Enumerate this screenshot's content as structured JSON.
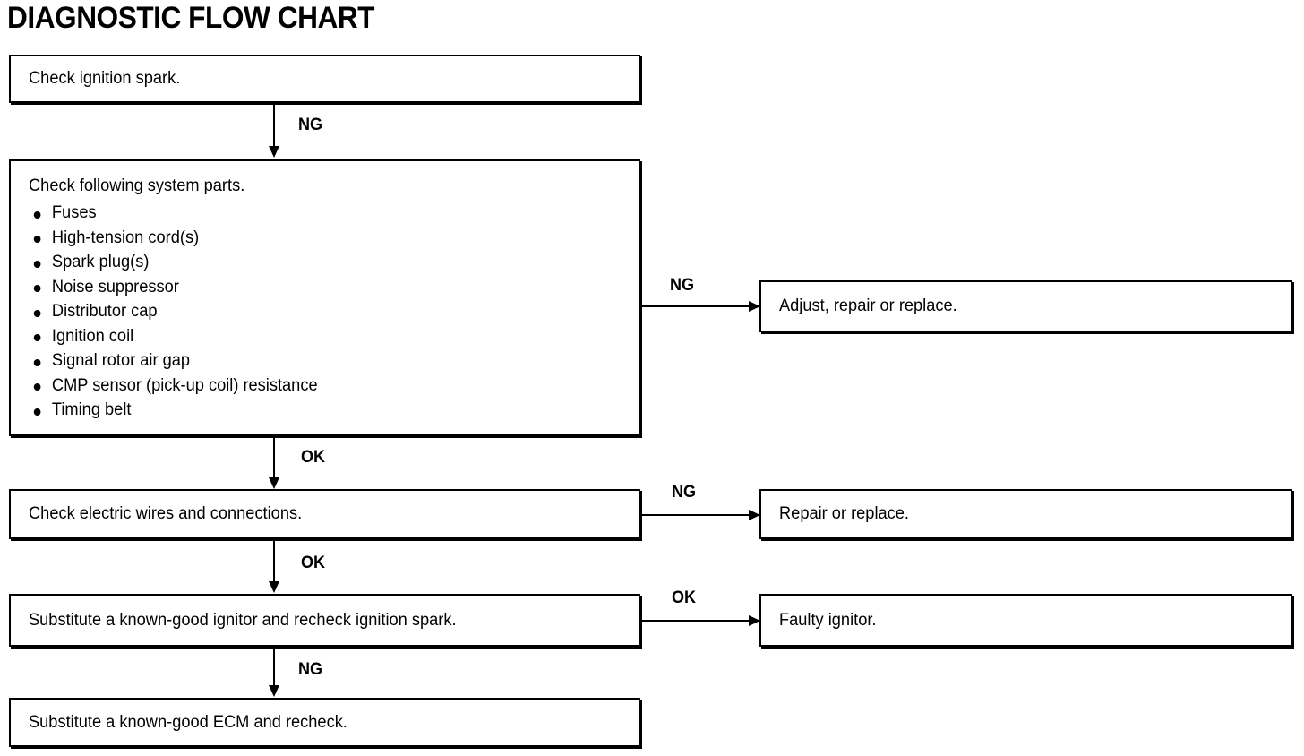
{
  "title": "DIAGNOSTIC FLOW CHART",
  "chart_data": {
    "type": "diagram",
    "diagram_kind": "flowchart",
    "title": "DIAGNOSTIC FLOW CHART",
    "nodes": [
      {
        "id": "n1",
        "label": "Check ignition spark."
      },
      {
        "id": "n2",
        "label": "Check following system parts."
      },
      {
        "id": "n3",
        "label": "Adjust, repair or replace."
      },
      {
        "id": "n4",
        "label": "Check electric wires and connections."
      },
      {
        "id": "n5",
        "label": "Repair or replace."
      },
      {
        "id": "n6",
        "label": "Substitute a known-good ignitor and recheck ignition spark."
      },
      {
        "id": "n7",
        "label": "Faulty ignitor."
      },
      {
        "id": "n8",
        "label": "Substitute a known-good ECM and recheck."
      }
    ],
    "edges": [
      {
        "from": "n1",
        "to": "n2",
        "label": "NG",
        "direction": "down"
      },
      {
        "from": "n2",
        "to": "n3",
        "label": "NG",
        "direction": "right"
      },
      {
        "from": "n2",
        "to": "n4",
        "label": "OK",
        "direction": "down"
      },
      {
        "from": "n4",
        "to": "n5",
        "label": "NG",
        "direction": "right"
      },
      {
        "from": "n4",
        "to": "n6",
        "label": "OK",
        "direction": "down"
      },
      {
        "from": "n6",
        "to": "n7",
        "label": "OK",
        "direction": "right"
      },
      {
        "from": "n6",
        "to": "n8",
        "label": "NG",
        "direction": "down"
      }
    ]
  },
  "boxes": {
    "check_spark": {
      "text": "Check ignition spark."
    },
    "check_parts": {
      "heading": "Check following system parts.",
      "items": [
        "Fuses",
        "High-tension cord(s)",
        "Spark plug(s)",
        "Noise suppressor",
        "Distributor cap",
        "Ignition coil",
        "Signal rotor air gap",
        "CMP sensor (pick-up coil) resistance",
        "Timing belt"
      ]
    },
    "adjust_repair": {
      "text": "Adjust, repair or replace."
    },
    "check_wires": {
      "text": "Check electric wires and connections."
    },
    "repair_replace": {
      "text": "Repair or replace."
    },
    "substitute_ignitor": {
      "text": "Substitute a known-good ignitor and recheck ignition spark."
    },
    "faulty_ignitor": {
      "text": "Faulty ignitor."
    },
    "substitute_ecm": {
      "text": "Substitute a known-good ECM and recheck."
    }
  },
  "labels": {
    "spark_to_parts": "NG",
    "parts_to_adjust": "NG",
    "parts_to_wires": "OK",
    "wires_to_repair": "NG",
    "wires_to_ignitor": "OK",
    "ignitor_to_faulty": "OK",
    "ignitor_to_ecm": "NG"
  },
  "colors": {
    "ink": "#000000",
    "paper": "#ffffff"
  }
}
